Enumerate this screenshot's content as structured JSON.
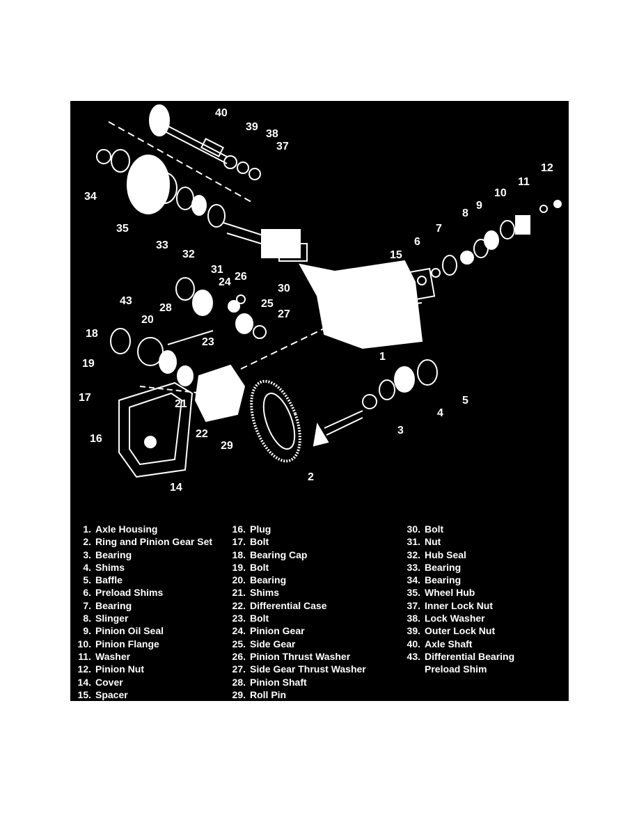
{
  "diagram": {
    "callouts": [
      "40",
      "39",
      "38",
      "37",
      "34",
      "35",
      "33",
      "32",
      "31",
      "30",
      "12",
      "11",
      "10",
      "9",
      "8",
      "7",
      "6",
      "15",
      "26",
      "24",
      "25",
      "27",
      "43",
      "28",
      "20",
      "18",
      "23",
      "19",
      "17",
      "21",
      "22",
      "29",
      "16",
      "14",
      "2",
      "3",
      "4",
      "5",
      "1"
    ]
  },
  "legend": {
    "col1": [
      {
        "num": "1.",
        "label": "Axle Housing"
      },
      {
        "num": "2.",
        "label": "Ring and Pinion Gear Set"
      },
      {
        "num": "3.",
        "label": "Bearing"
      },
      {
        "num": "4.",
        "label": "Shims"
      },
      {
        "num": "5.",
        "label": "Baffle"
      },
      {
        "num": "6.",
        "label": "Preload Shims"
      },
      {
        "num": "7.",
        "label": "Bearing"
      },
      {
        "num": "8.",
        "label": "Slinger"
      },
      {
        "num": "9.",
        "label": "Pinion Oil Seal"
      },
      {
        "num": "10.",
        "label": "Pinion Flange"
      },
      {
        "num": "11.",
        "label": "Washer"
      },
      {
        "num": "12.",
        "label": "Pinion Nut"
      },
      {
        "num": "14.",
        "label": "Cover"
      },
      {
        "num": "15.",
        "label": "Spacer"
      }
    ],
    "col2": [
      {
        "num": "16.",
        "label": "Plug"
      },
      {
        "num": "17.",
        "label": "Bolt"
      },
      {
        "num": "18.",
        "label": "Bearing Cap"
      },
      {
        "num": "19.",
        "label": "Bolt"
      },
      {
        "num": "20.",
        "label": "Bearing"
      },
      {
        "num": "21.",
        "label": "Shims"
      },
      {
        "num": "22.",
        "label": "Differential Case"
      },
      {
        "num": "23.",
        "label": "Bolt"
      },
      {
        "num": "24.",
        "label": "Pinion Gear"
      },
      {
        "num": "25.",
        "label": "Side Gear"
      },
      {
        "num": "26.",
        "label": "Pinion Thrust Washer"
      },
      {
        "num": "27.",
        "label": "Side Gear Thrust Washer"
      },
      {
        "num": "28.",
        "label": "Pinion Shaft"
      },
      {
        "num": "29.",
        "label": "Roll Pin"
      }
    ],
    "col3": [
      {
        "num": "30.",
        "label": "Bolt"
      },
      {
        "num": "31.",
        "label": "Nut"
      },
      {
        "num": "32.",
        "label": "Hub Seal"
      },
      {
        "num": "33.",
        "label": "Bearing"
      },
      {
        "num": "34.",
        "label": "Bearing"
      },
      {
        "num": "35.",
        "label": "Wheel Hub"
      },
      {
        "num": "37.",
        "label": "Inner Lock Nut"
      },
      {
        "num": "38.",
        "label": "Lock Washer"
      },
      {
        "num": "39.",
        "label": "Outer Lock Nut"
      },
      {
        "num": "40.",
        "label": "Axle Shaft"
      },
      {
        "num": "43.",
        "label": "Differential Bearing"
      }
    ],
    "col3_continuation": "Preload Shim"
  },
  "colors": {
    "background": "#000000",
    "ink": "#ffffff",
    "page": "#ffffff"
  }
}
